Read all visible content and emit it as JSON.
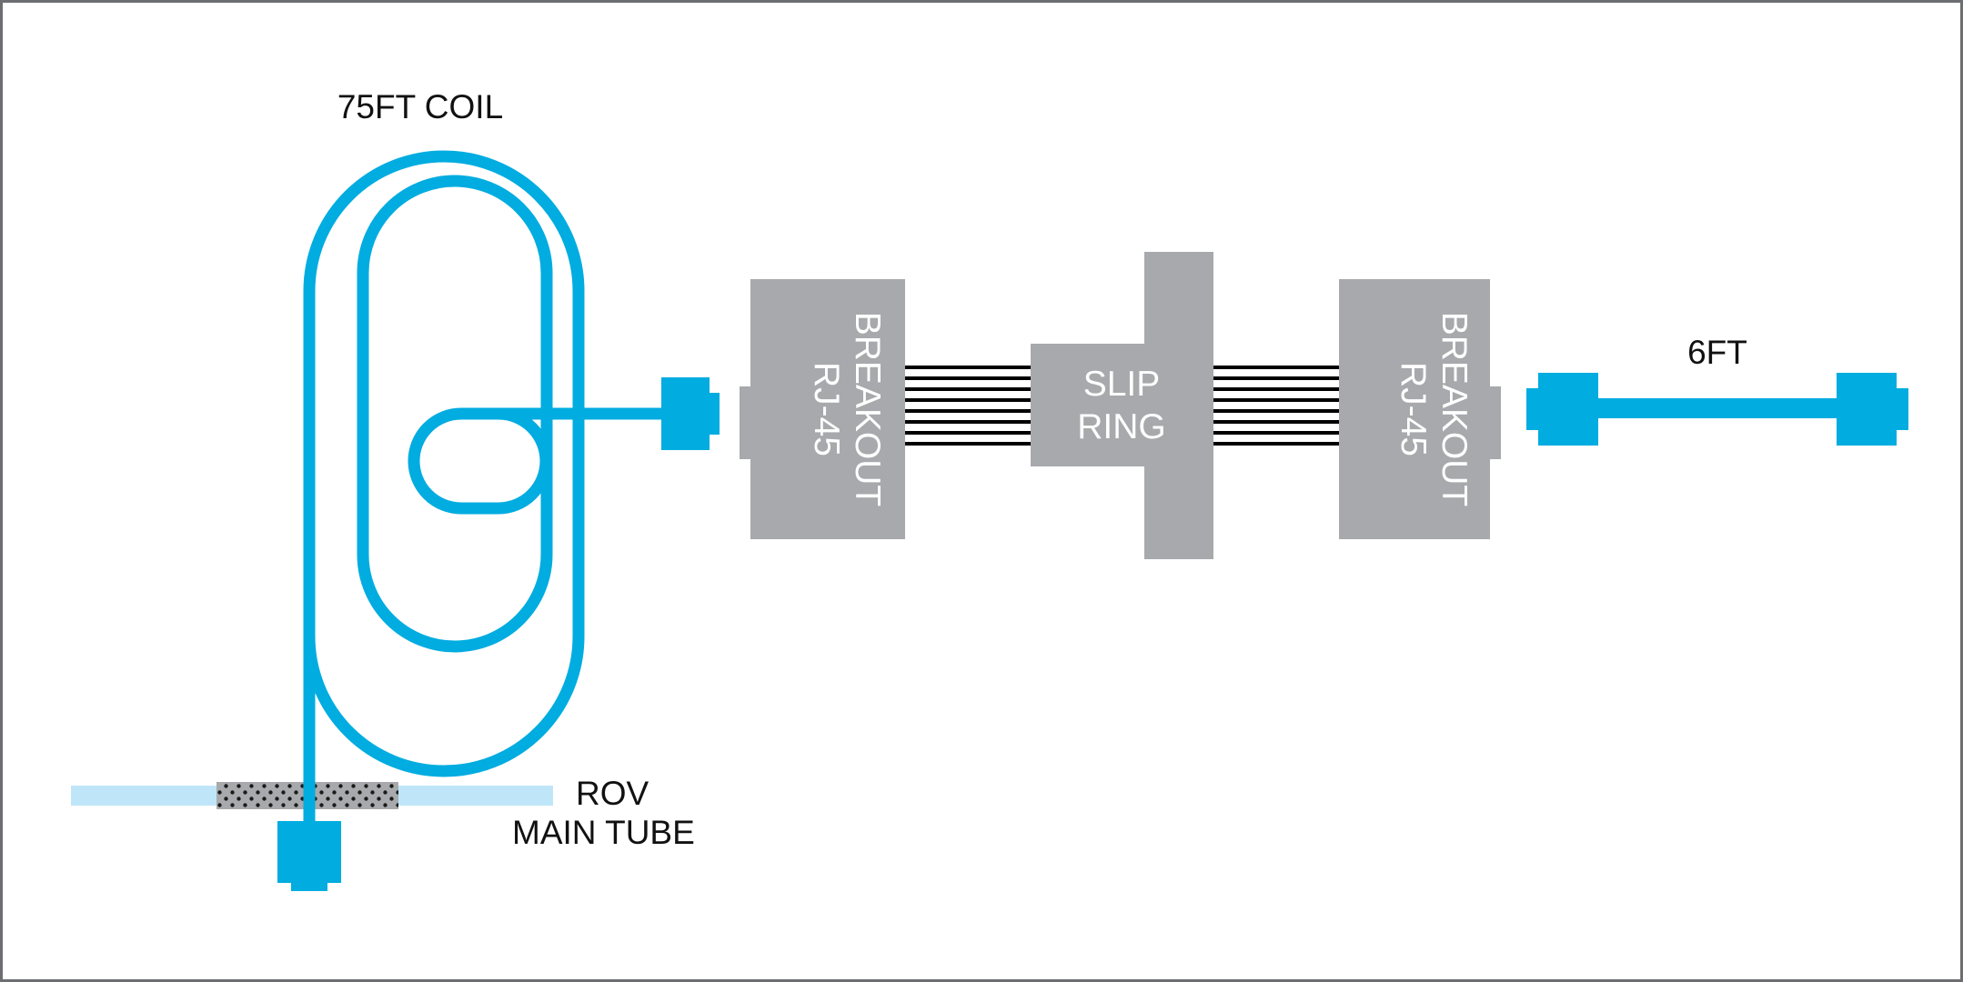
{
  "diagram": {
    "title": "ROV tether coil and slip ring wiring diagram",
    "background_color": "#ffffff",
    "border_color": "#6d6e71",
    "colors": {
      "cable_cyan": "#00ace0",
      "box_gray": "#a7a9ac",
      "tube_light_blue": "#bfe6f8",
      "penetrator_gray": "#a7a9ac",
      "wire_black": "#000000",
      "text_dark": "#111111",
      "text_on_box": "#ffffff"
    },
    "labels": {
      "coil": "75FT COIL",
      "rov_line1": "ROV",
      "rov_line2": "MAIN TUBE",
      "patch_cable": "6FT"
    },
    "components": [
      {
        "id": "coil",
        "name": "75FT COIL",
        "type": "cable-coil",
        "label": "75FT COIL",
        "loops": 3,
        "stroke_color": "#00ace0",
        "stroke_width": 13
      },
      {
        "id": "rov-main-tube",
        "name": "ROV MAIN TUBE",
        "type": "tube-wall",
        "label_line1": "ROV",
        "label_line2": "MAIN TUBE",
        "color": "#bfe6f8"
      },
      {
        "id": "penetrator",
        "name": "cable penetrator",
        "type": "penetrator",
        "color": "#a7a9ac",
        "pattern": "dotted"
      },
      {
        "id": "rj45-breakout-left",
        "name": "RJ-45 BREAKOUT",
        "type": "breakout-box",
        "label": "RJ-45\nBREAKOUT",
        "orientation": "vertical-text",
        "color": "#a7a9ac",
        "socket_side": "left"
      },
      {
        "id": "slip-ring",
        "name": "SLIP RING",
        "type": "slip-ring",
        "label_line1": "SLIP",
        "label_line2": "RING",
        "color": "#a7a9ac"
      },
      {
        "id": "rj45-breakout-right",
        "name": "RJ-45 BREAKOUT",
        "type": "breakout-box",
        "label": "RJ-45\nBREAKOUT",
        "orientation": "vertical-text",
        "color": "#a7a9ac",
        "socket_side": "right"
      },
      {
        "id": "patch-cable",
        "name": "6FT patch cable",
        "type": "patch-cable",
        "label": "6FT",
        "length": "6FT",
        "color": "#00ace0",
        "connectors": 2
      }
    ],
    "wire_bundles": [
      {
        "id": "bundle-left",
        "name": "left ribbon wires",
        "from": "rj45-breakout-left",
        "to": "slip-ring",
        "conductor_count": 8,
        "color": "#000000"
      },
      {
        "id": "bundle-right",
        "name": "right ribbon wires",
        "from": "slip-ring",
        "to": "rj45-breakout-right",
        "conductor_count": 8,
        "color": "#000000"
      }
    ],
    "connectors": [
      {
        "id": "connector-rov",
        "name": "RJ-45 plug at ROV main tube",
        "orientation": "vertical",
        "color": "#00ace0"
      },
      {
        "id": "connector-coil-end",
        "name": "RJ-45 plug at coil end",
        "orientation": "horizontal",
        "color": "#00ace0"
      },
      {
        "id": "connector-patch-left",
        "name": "RJ-45 plug left of 6FT cable",
        "orientation": "horizontal",
        "color": "#00ace0"
      },
      {
        "id": "connector-patch-right",
        "name": "RJ-45 plug right of 6FT cable",
        "orientation": "horizontal",
        "color": "#00ace0"
      }
    ],
    "breakout_left": {
      "line1": "RJ-45",
      "line2": "BREAKOUT"
    },
    "breakout_right": {
      "line1": "RJ-45",
      "line2": "BREAKOUT"
    },
    "slip_ring": {
      "line1": "SLIP",
      "line2": "RING"
    }
  }
}
